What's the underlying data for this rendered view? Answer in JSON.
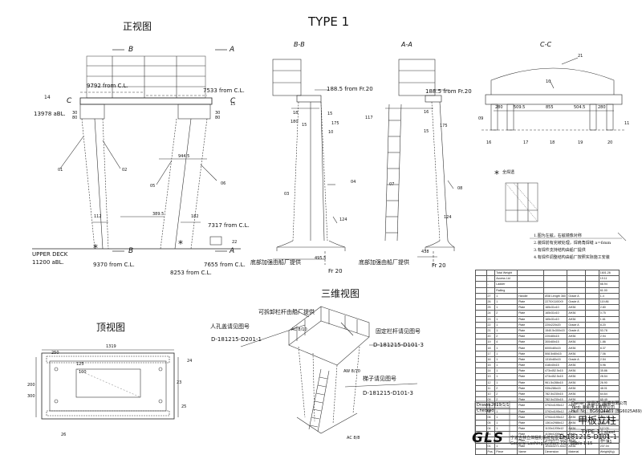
{
  "title": "TYPE 1",
  "views": {
    "front": "正视图",
    "bb": "B-B",
    "aa": "A-A",
    "cc": "C-C",
    "iso": "三维视图",
    "top": "顶视图"
  },
  "front_labels": {
    "b_top": "B",
    "a_top": "A",
    "b_bot": "B",
    "a_bot": "A",
    "c_left": "C",
    "c_right": "C",
    "d9792": "9792 from C.L.",
    "d7533": "7533 from C.L.",
    "d13978": "13978 aBL.",
    "upper_deck": "UPPER DECK",
    "d11200": "11200 aBL.",
    "d9370": "9370 from C.L.",
    "d8253": "8253 from C.L.",
    "d7655": "7655 from C.L.",
    "d7317": "7317 from C.L.",
    "n944": "944.5",
    "n389": "389.5",
    "n112": "112",
    "n182": "182",
    "n30a": "30",
    "n80a": "80",
    "n30b": "30",
    "n80b": "80",
    "n14": "14",
    "n01": "01",
    "n02": "02",
    "n05": "05",
    "n06": "06",
    "n22": "22",
    "n15": "15"
  },
  "bb_labels": {
    "d188": "188.5 from Fr.20",
    "n18": "18",
    "n180": "180",
    "n15a": "15",
    "n15b": "15",
    "n175": "175",
    "n10": "10",
    "n03": "03",
    "n04": "04",
    "n124": "124",
    "fr20": "Fr 20",
    "n495": "495.5",
    "note": "底部加强由船厂提供"
  },
  "aa_labels": {
    "d188": "188.5 from Fr.20",
    "n117": "117",
    "n16": "16",
    "n15a": "15",
    "n175": "175",
    "n07": "07",
    "n08": "08",
    "n124": "124",
    "fr20": "Fr 20",
    "n438": "438",
    "note": "底部加强由船厂提供"
  },
  "cc_labels": {
    "n21": "21",
    "n10": "10",
    "n09": "09",
    "n11": "11",
    "d280a": "280",
    "d509": "509.5",
    "d855": "855",
    "d504": "504.5",
    "d280b": "280",
    "n16": "16",
    "n17": "17",
    "n18": "18",
    "n19": "19",
    "n20": "20"
  },
  "detail": {
    "star_label": "全焊透"
  },
  "notes": [
    "1.图为左舷，右舷镜像对称",
    "2.装焊前有完坡处理，焊肩角焊缝 a=6mm",
    "3.有焊件支持结构由船厂提供",
    "4.有焊件调整结构由船厂按照实际施工安装"
  ],
  "iso_labels": {
    "removable": "可拆卸栏杆由船厂提供",
    "manhole": "人孔盖请见图号",
    "manhole_no": "D-181215-D201-1",
    "fixed_rail": "固定栏杆请见图号",
    "fixed_rail_no": "D-181215-D101-3",
    "ladder": "梯子请见图号",
    "ladder_no": "D-181215-D101-3",
    "ac": "AC 8/10",
    "aw": "AW 8/10",
    "ac_bottom": "AC 8/8"
  },
  "top_labels": {
    "n250": "250",
    "n1319": "1319",
    "n125": "125",
    "n100": "100",
    "n200": "200",
    "n300": "300",
    "n24": "24",
    "n23": "23",
    "n26": "26",
    "n25": "25"
  },
  "bom": {
    "total_label": "Total Weight",
    "total_value": "1601.26",
    "rows": [
      [
        "",
        "-",
        "Access Lid",
        "",
        "",
        "",
        "",
        "19.11"
      ],
      [
        "",
        "-",
        "Ladder",
        "",
        "",
        "",
        "",
        "66.94"
      ],
      [
        "",
        "-",
        "Railing",
        "",
        "",
        "",
        "",
        "61.00"
      ],
      [
        "",
        "27",
        "1",
        "Handle",
        "Ø38 Length 360",
        "Grade A",
        "",
        "1.4"
      ],
      [
        "",
        "26",
        "1",
        "Plate",
        "2270X1100X9",
        "Grade A",
        "",
        "119.86"
      ],
      [
        "",
        "25",
        "1",
        "Plate",
        "165x31x10",
        "AH36",
        "",
        "2.80"
      ],
      [
        "",
        "24",
        "2",
        "Plate",
        "165x31x10",
        "AH36",
        "",
        "0.75"
      ],
      [
        "",
        "23",
        "1",
        "Plate",
        "165x31x10",
        "AH36",
        "",
        "1.61"
      ],
      [
        "",
        "22",
        "1",
        "Plate",
        "220x220x20",
        "Grade A",
        "",
        "8.20"
      ],
      [
        "",
        "21",
        "1",
        "Plate",
        "1540.5x300x15",
        "Grade A",
        "",
        "53.78"
      ],
      [
        "",
        "20",
        "2",
        "Plate",
        "220x80x15",
        "AH36",
        "",
        "2.94"
      ],
      [
        "",
        "19",
        "4",
        "Plate",
        "300x80x15",
        "AH36",
        "",
        "1.86"
      ],
      [
        "",
        "18",
        "1",
        "Plate",
        "6000x80x15",
        "AH36",
        "",
        "8.37"
      ],
      [
        "",
        "17",
        "1",
        "Plate",
        "508.5x80x15",
        "AH36",
        "",
        "7.06"
      ],
      [
        "",
        "16",
        "1",
        "Plate",
        "1310x80x15",
        "Grade A",
        "",
        "2.54"
      ],
      [
        "",
        "15",
        "1",
        "Plate",
        "418x40x15",
        "AH36",
        "",
        "5.96"
      ],
      [
        "",
        "14",
        "1",
        "Plate",
        "473x452.5x15",
        "AH36",
        "",
        "35.86"
      ],
      [
        "",
        "13",
        "1",
        "Plate",
        "473x452.5x15",
        "AH36",
        "",
        "28.54"
      ],
      [
        "",
        "12",
        "1",
        "Plate",
        "961.5x286x15",
        "AH36",
        "",
        "26.90"
      ],
      [
        "",
        "11",
        "2",
        "Plate",
        "935x286x15",
        "AH36",
        "",
        "48.01"
      ],
      [
        "",
        "10",
        "2",
        "Plate",
        "782.5x230x15",
        "AH36",
        "",
        "64.64"
      ],
      [
        "",
        "09",
        "2",
        "Plate",
        "782.5x230x15",
        "AH36",
        "",
        "65.49"
      ],
      [
        "",
        "08",
        "1",
        "Plate",
        "3792x4195x12",
        "AH36",
        "",
        "134.13"
      ],
      [
        "",
        "07",
        "1",
        "Plate",
        "3792x4195x12",
        "AH36",
        "",
        "148.68"
      ],
      [
        "",
        "06",
        "1",
        "Plate",
        "3794x4195x12",
        "AH36",
        "",
        "149.35"
      ],
      [
        "",
        "05",
        "1",
        "Plate",
        "1361x2986x12",
        "AH36",
        "",
        "163.59"
      ],
      [
        "",
        "04",
        "1",
        "Plate",
        "1133x1205x12",
        "AH36",
        "",
        "117.03"
      ],
      [
        "",
        "03",
        "1",
        "Plate",
        "1136x1205x12",
        "AH36",
        "",
        "113.65"
      ],
      [
        "",
        "02",
        "1",
        "Plate",
        "1144x3271.4x12",
        "AH36",
        "",
        "236.10"
      ],
      [
        "",
        "01",
        "1",
        "Plate",
        "1144x3271.4x12",
        "AH36",
        "",
        "237.04"
      ],
      [
        "",
        "Pos.",
        "Piece",
        "Name",
        "Dimension",
        "Material",
        "",
        "Weight(Kg)"
      ]
    ]
  },
  "title_block": {
    "drawn": "Drawn",
    "checked": "Checked",
    "drawn_date": "2019/1/1",
    "owner_line": "Owner: 宜昌达门船舶有限公司",
    "yard_line": "Yard: 新船重工有限公司",
    "project_line": "Hull No.: BG6024A69 (BG6025A69)",
    "name_cn": "甲板立柱",
    "type": "TYPE 1",
    "drawing_no": "D-181215-D101-1",
    "scale": "Scale 1:15",
    "sheet_label": "sheet",
    "sheet_no": "1",
    "size": "A1"
  },
  "company": {
    "logo": "GLS",
    "name_cn": "宁波吉林立体捆扎系统有限公司",
    "name_en": "General Lashing System CO., LTD"
  }
}
